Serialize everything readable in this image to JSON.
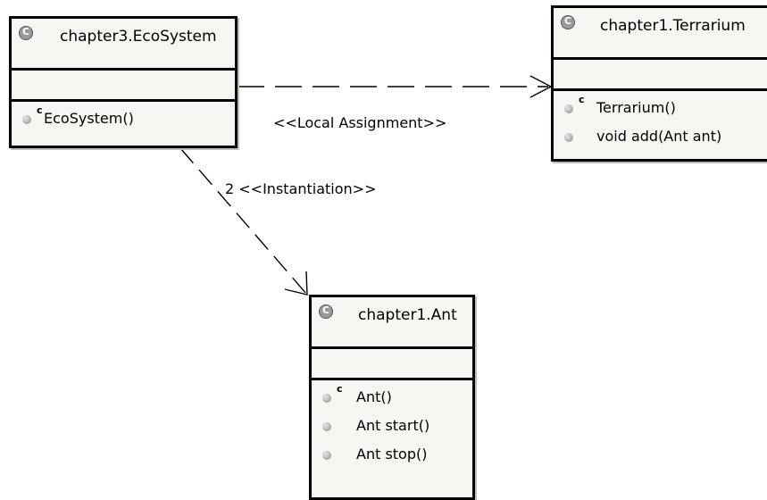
{
  "classes": {
    "ecosystem": {
      "name": "chapter3.EcoSystem",
      "operations": [
        {
          "label": "EcoSystem()",
          "constructor_marker": "c"
        }
      ]
    },
    "terrarium": {
      "name": "chapter1.Terrarium",
      "operations": [
        {
          "label": "Terrarium()",
          "constructor_marker": "c"
        },
        {
          "label": "void add(Ant ant)"
        }
      ]
    },
    "ant": {
      "name": "chapter1.Ant",
      "operations": [
        {
          "label": "Ant()",
          "constructor_marker": "c"
        },
        {
          "label": "Ant start()"
        },
        {
          "label": "Ant stop()"
        }
      ]
    }
  },
  "relations": {
    "local_assignment": "<<Local Assignment>>",
    "instantiation": "2 <<Instantiation>>"
  },
  "icons": {
    "class": "class-icon",
    "method": "method-bullet-icon"
  }
}
